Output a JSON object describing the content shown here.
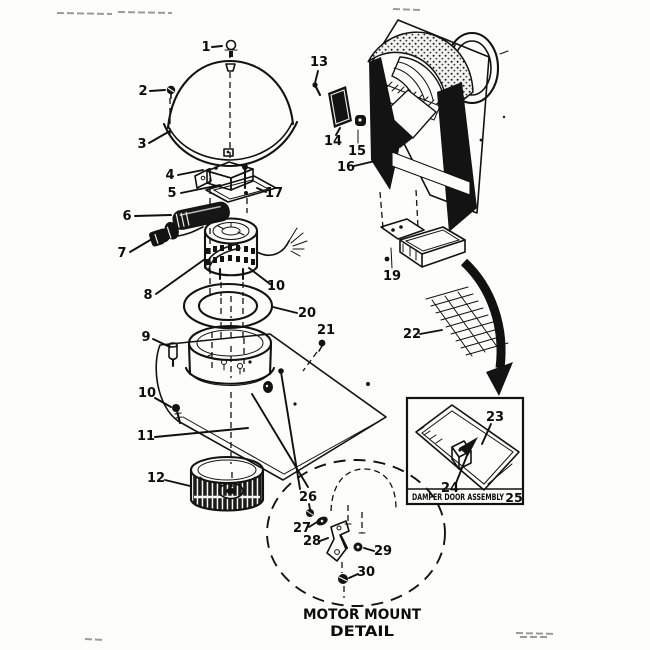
{
  "figure": {
    "captions": {
      "damper_box_label": "DAMPER DOOR ASSEMBLY",
      "damper_box_number": "25",
      "motor_mount_line1": "MOTOR MOUNT",
      "motor_mount_line2": "DETAIL"
    },
    "callouts": [
      "1",
      "2",
      "3",
      "4",
      "5",
      "6",
      "7",
      "8",
      "9",
      "10",
      "10",
      "11",
      "12",
      "13",
      "14",
      "15",
      "16",
      "17",
      "19",
      "20",
      "21",
      "22",
      "23",
      "24",
      "26",
      "27",
      "28",
      "29",
      "30"
    ]
  }
}
